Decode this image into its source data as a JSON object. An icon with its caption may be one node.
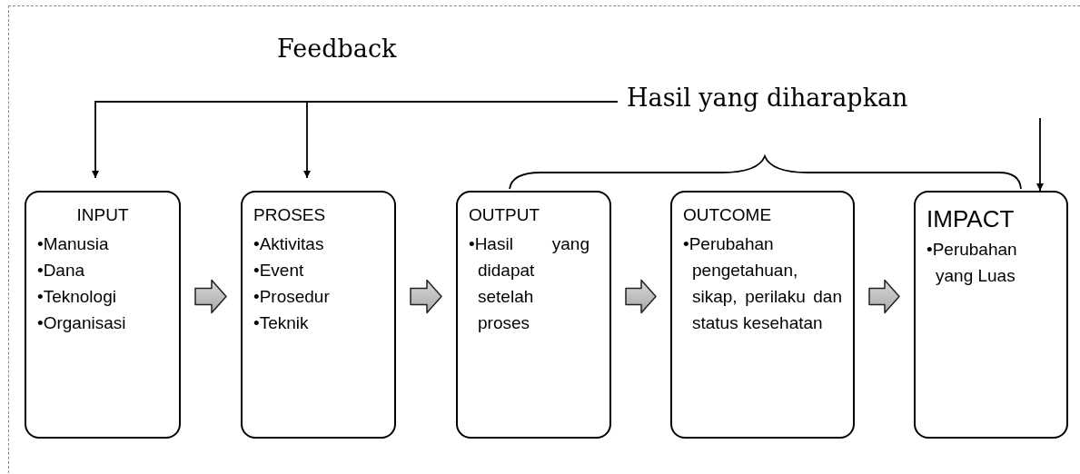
{
  "diagram": {
    "nodes": [
      {
        "text": [
          "INPUT",
          "•Manusia",
          "•Dana",
          "•Teknologi",
          "•Organisasi"
        ]
      },
      {
        "text": [
          "PROSES",
          "•Aktivitas",
          "•Event",
          "•Prosedur",
          "•Teknik"
        ]
      },
      {
        "text": [
          "OUTPUT",
          "•Hasil yang didapat setelah proses"
        ]
      },
      {
        "text": [
          "OUTCOME",
          "•Perubahan pengetahuan, sikap, perilaku dan status kesehatan"
        ]
      },
      {
        "text": [
          "IMPACT",
          "•Perubahan yang Luas"
        ]
      },
      {
        "text": [
          "Hasil yang diharapkan"
        ]
      }
    ],
    "edges": [
      {
        "from": 0,
        "to": 1,
        "arrow": "to",
        "style": "thick"
      },
      {
        "from": 1,
        "to": 2,
        "arrow": "to",
        "style": "thick"
      },
      {
        "from": 2,
        "to": 3,
        "arrow": "to",
        "style": "thick"
      },
      {
        "from": 3,
        "to": 4,
        "arrow": "to",
        "style": "thick"
      },
      {
        "from": 5,
        "to": 0,
        "arrow": "to"
      },
      {
        "from": 5,
        "to": 1,
        "arrow": "to"
      },
      {
        "from": null,
        "to": 4,
        "arrow": "to"
      }
    ],
    "labels": [
      "Feedback"
    ]
  }
}
